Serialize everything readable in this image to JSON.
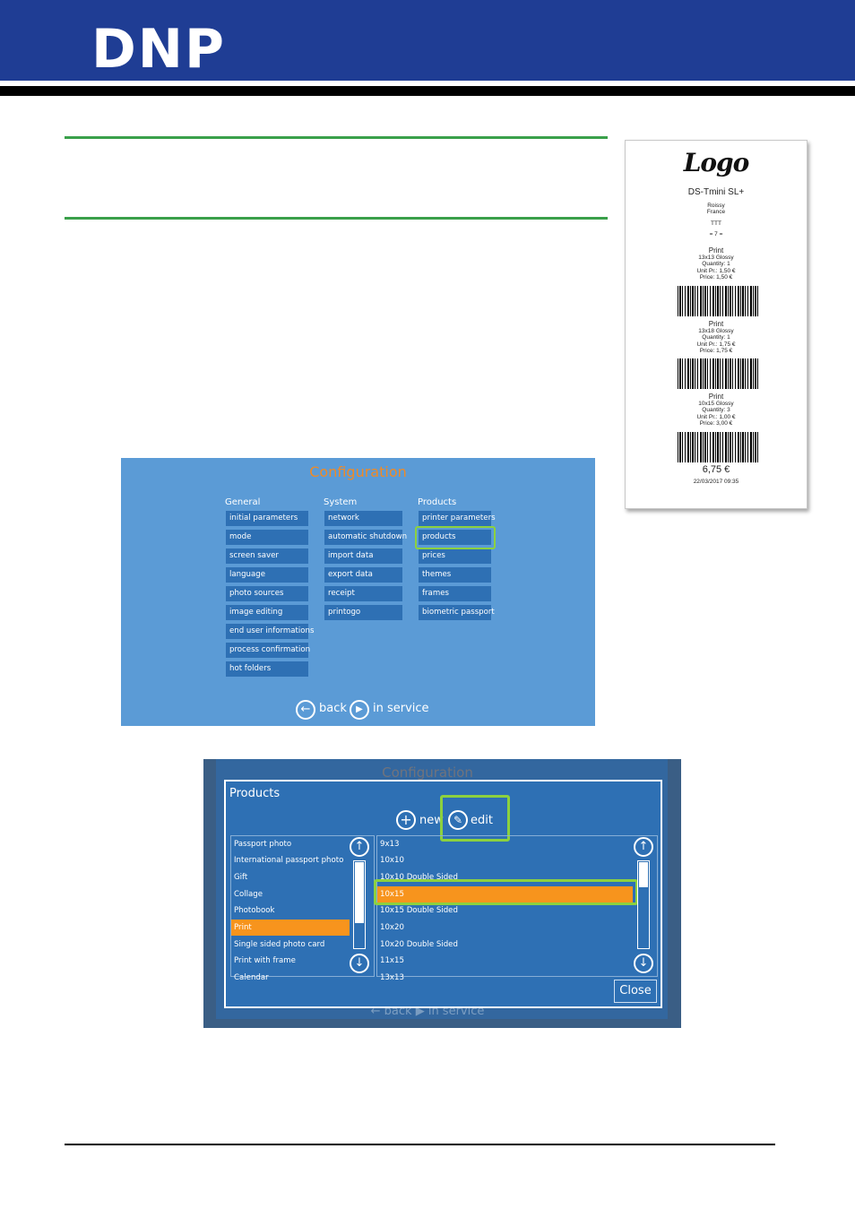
{
  "header": {
    "brand": "DNP"
  },
  "receipt": {
    "logo_text": "Logo",
    "model": "DS-Tmini SL+",
    "location_lines": [
      "Roissy",
      "France"
    ],
    "code": "TTT",
    "number": "= 7 =",
    "items": [
      {
        "label": "Print",
        "lines": [
          "13x13 Glossy",
          "Quantity: 1",
          "Unit Pr.: 1,50 €",
          "Price: 1,50 €"
        ]
      },
      {
        "label": "Print",
        "lines": [
          "13x18 Glossy",
          "Quantity: 1",
          "Unit Pr.: 1,75 €",
          "Price: 1,75 €"
        ]
      },
      {
        "label": "Print",
        "lines": [
          "10x15 Glossy",
          "Quantity: 3",
          "Unit Pr.: 1,00 €",
          "Price: 3,00 €"
        ]
      }
    ],
    "total": "6,75 €",
    "datetime": "22/03/2017 09:35"
  },
  "config_screen": {
    "title": "Configuration",
    "columns": [
      {
        "heading": "General",
        "items": [
          "initial parameters",
          "mode",
          "screen saver",
          "language",
          "photo sources",
          "image editing",
          "end user informations",
          "process confirmation",
          "hot folders"
        ]
      },
      {
        "heading": "System",
        "items": [
          "network",
          "automatic shutdown",
          "import data",
          "export data",
          "receipt",
          "printogo"
        ]
      },
      {
        "heading": "Products",
        "items": [
          "printer parameters",
          "products",
          "prices",
          "themes",
          "frames",
          "biometric passport"
        ]
      }
    ],
    "highlighted": "products",
    "nav": {
      "back": "back",
      "in_service": "in service"
    }
  },
  "products_screen": {
    "faint_title": "Configuration",
    "heading": "Products",
    "new_label": "new",
    "edit_label": "edit",
    "left_list": [
      "Passport photo",
      "International passport photo",
      "Gift",
      "Collage",
      "Photobook",
      "Print",
      "Single sided photo card",
      "Print with frame",
      "Calendar"
    ],
    "left_selected": "Print",
    "right_list": [
      "9x13",
      "10x10",
      "10x10 Double Sided",
      "10x15",
      "10x15 Double Sided",
      "10x20",
      "10x20 Double Sided",
      "11x15",
      "13x13"
    ],
    "right_selected": "10x15",
    "close_label": "Close",
    "nav": {
      "back": "back",
      "in_service": "in service"
    }
  }
}
